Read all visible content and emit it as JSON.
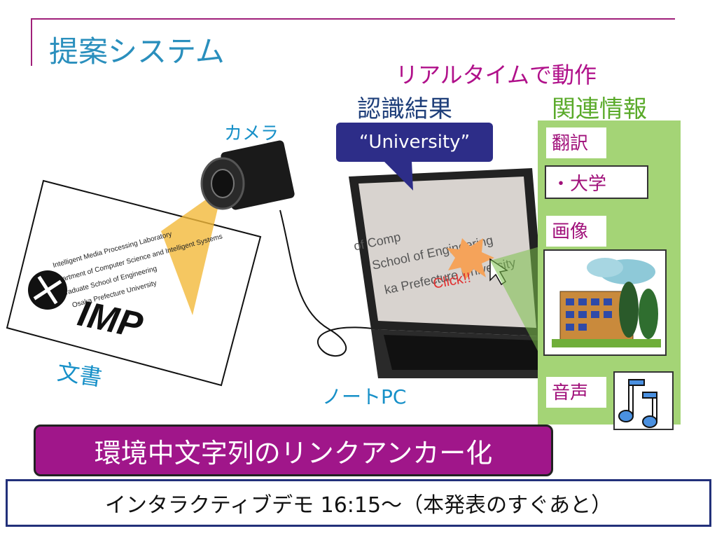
{
  "slide": {
    "title": "提案システム",
    "realtime_label": "リアルタイムで動作",
    "result_label": "認識結果",
    "related_label": "関連情報",
    "camera_label": "カメラ",
    "document_label": "文書",
    "pc_label": "ノートPC",
    "bubble_text": "“University”",
    "related": {
      "translation_tag": "翻訳",
      "translation_value": "・大学",
      "image_tag": "画像",
      "sound_tag": "音声"
    },
    "document_lines": [
      "Intelligent Media Processing Laboratory",
      "Department of Computer Science and Intelligent Systems",
      "Graduate School of Engineering",
      "Osaka Prefecture University"
    ],
    "document_logo": "IMP",
    "screen_lines": [
      "of Comp",
      "School of Engineering",
      "ka Prefecture University"
    ],
    "screen_click": "Click!!",
    "anchor_bar": "環境中文字列のリンクアンカー化",
    "demo_bar": "インタラクティブデモ 16:15～（本発表のすぐあと）"
  },
  "colors": {
    "title": "#2a8fbd",
    "accent_magenta": "#a0168a",
    "green_panel": "#a4d476",
    "bubble": "#2d2d88"
  }
}
